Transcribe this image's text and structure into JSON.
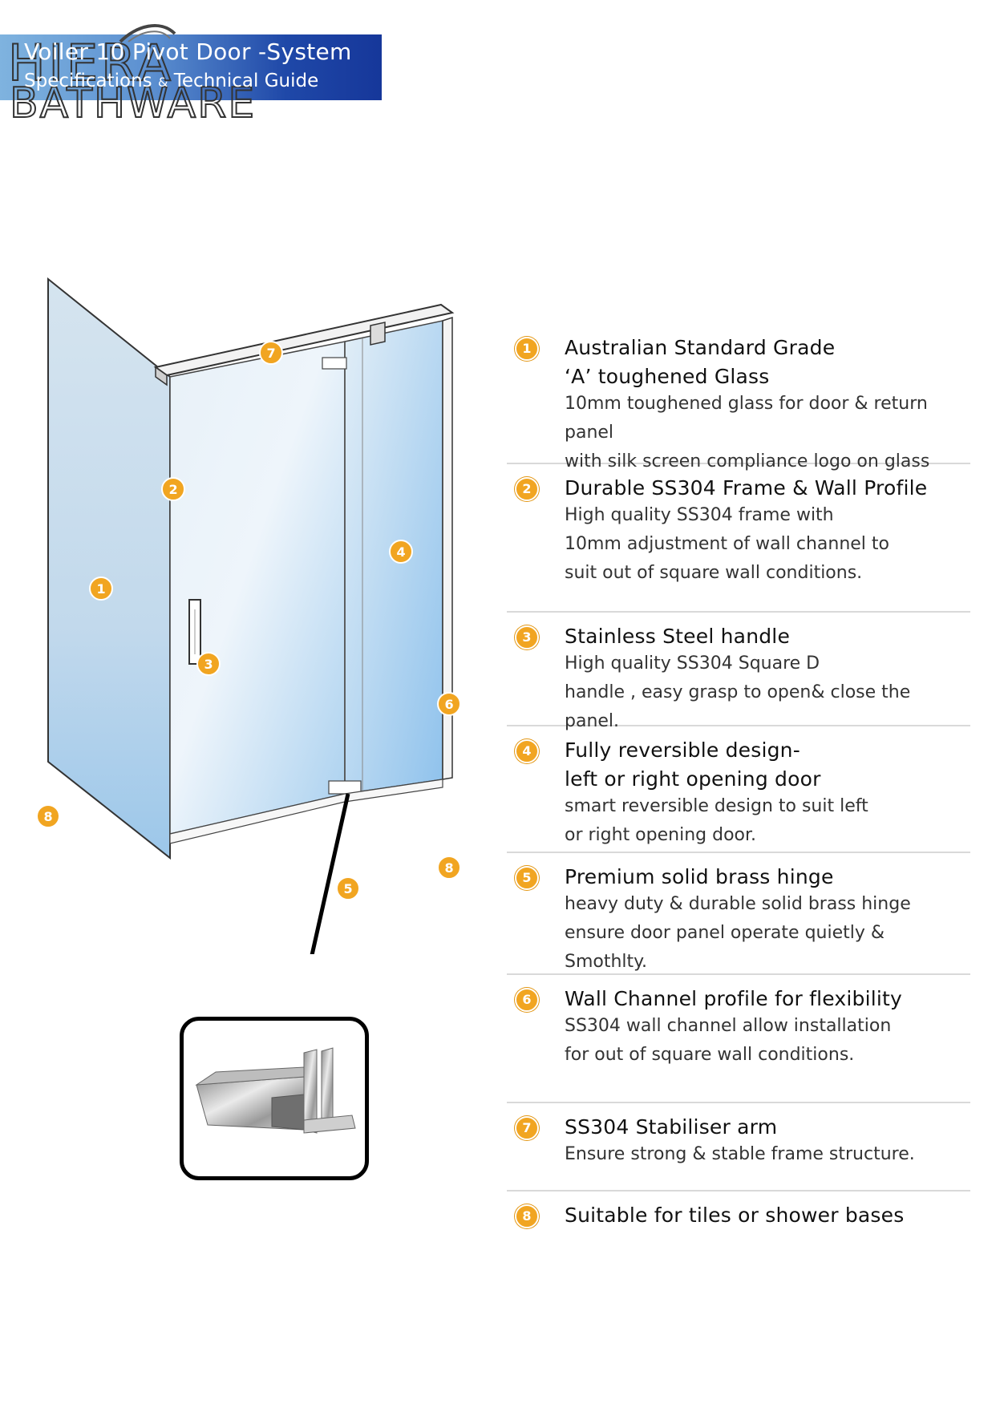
{
  "header": {
    "title": "Voiler 10 Pivot Door -System",
    "subtitle_a": "Specifications",
    "subtitle_amp": "&",
    "subtitle_b": "Technical Guide"
  },
  "logo": {
    "line1": "HIERA",
    "line2": "BATHWARE"
  },
  "diagram": {
    "callouts": [
      "1",
      "2",
      "3",
      "4",
      "5",
      "6",
      "7",
      "8",
      "8"
    ]
  },
  "features": [
    {
      "number": "1",
      "title": "Australian Standard Grade\n‘A’ toughened Glass",
      "description": "10mm toughened glass for door & return panel\nwith silk screen compliance logo on glass"
    },
    {
      "number": "2",
      "title": "Durable SS304 Frame & Wall Profile",
      "description": "High quality SS304 frame with\n10mm adjustment of wall channel to\nsuit out of square wall conditions."
    },
    {
      "number": "3",
      "title": "Stainless Steel handle",
      "description": "High quality SS304 Square D\nhandle , easy grasp to open& close the panel."
    },
    {
      "number": "4",
      "title": "Fully reversible design-\nleft or right opening door",
      "description": "smart reversible design to suit left\nor right opening door."
    },
    {
      "number": "5",
      "title": "Premium solid brass hinge",
      "description": "heavy duty & durable solid brass hinge\nensure door panel operate quietly & Smothlty."
    },
    {
      "number": "6",
      "title": "Wall Channel profile for flexibility",
      "description": "SS304 wall channel allow installation\nfor out of square wall conditions."
    },
    {
      "number": "7",
      "title": "SS304 Stabiliser arm",
      "description": "Ensure strong & stable frame structure."
    },
    {
      "number": "8",
      "title": "Suitable for tiles or shower bases",
      "description": ""
    }
  ],
  "colors": {
    "badge": "#f1a521",
    "header_dark": "#16379a",
    "header_light": "#7fb3df",
    "glass": "#bcd8ee"
  }
}
